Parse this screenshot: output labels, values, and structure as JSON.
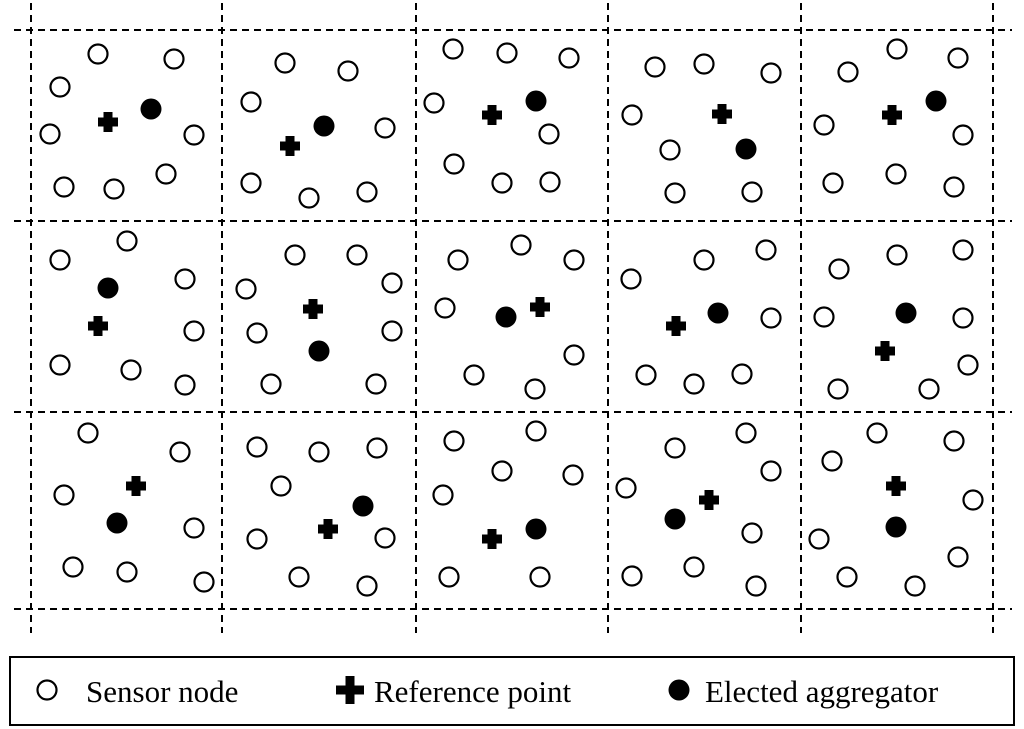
{
  "legend": {
    "sensor_label": "Sensor node",
    "reference_label": "Reference point",
    "aggregator_label": "Elected aggregator"
  },
  "colors": {
    "line": "#000000",
    "background": "#ffffff",
    "node_fill": "#ffffff"
  },
  "icons": {
    "sensor": "hollow-circle-icon",
    "reference": "plus-cross-icon",
    "aggregator": "filled-circle-icon"
  }
}
